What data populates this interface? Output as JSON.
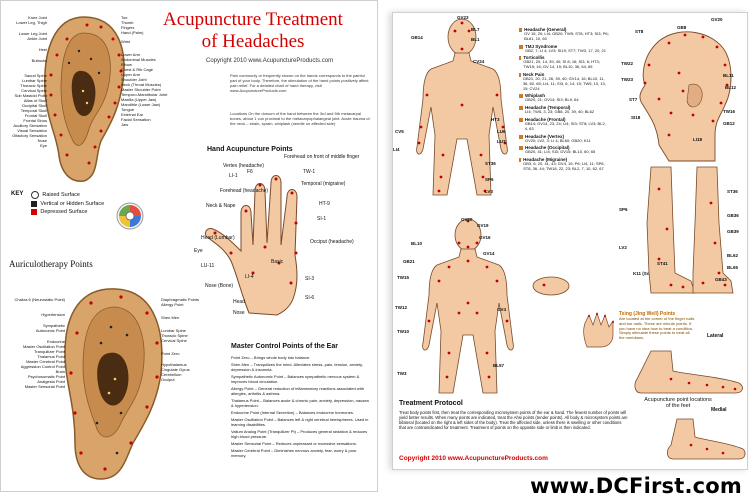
{
  "left": {
    "title_line1": "Acupuncture Treatment",
    "title_line2": "of Headaches",
    "copyright": "Copyright 2010  www.AcupunctureProducts.com",
    "intro": "Pain commonly or frequently shown on the hands corresponds to the painful part of your body. Therefore, the stimulation of the hand points positively affect pain relief. For a detailed chart of hand therapy, visit www.AcupunctureProducts.com",
    "locations": "Locations On the dorsum of the hand between the 3rd and 5th metacarpal bones, about 1 cun proximal to the metacarpophalangeal joint. Acute trauma of the neck – strain, sprain, whiplash (needle on affected side).",
    "hand_title": "Hand Acupuncture Points",
    "hand_labels": [
      "F6",
      "Forehead on front of middle finger",
      "TW-1",
      "LI-1",
      "Vertex (headache)",
      "Forehead (headache)",
      "Neck & Nape",
      "Temporal (migraine)",
      "HT-9",
      "SI-1",
      "Eye",
      "Head (Lumbar)",
      "LU-11",
      "Nose (Bone)",
      "LI-4",
      "Basic",
      "SI-3",
      "Occiput (headache)",
      "SI-6",
      "Head",
      "Nose"
    ],
    "ear_top_labels": [
      "Knee Joint",
      "Toe",
      "Lower Leg, Thigh",
      "Thumb",
      "Fingers",
      "Hand (Palm)",
      "Wrist",
      "Lower Arm",
      "Abdominal Muscles",
      "Elbow",
      "Chest & Rib Cage",
      "Upper Arm",
      "Shoulder Joint",
      "Neck (Throat Muscles)",
      "Master Shoulder Point",
      "Temporo-Mandibular Joint",
      "Maxilla (Upper Jaw)",
      "Mandible (Lower Jaw)",
      "Tongue",
      "External Ear",
      "Facial Sensation",
      "Jaw",
      "Lower Leg Joint",
      "Ankle Joint",
      "Heel",
      "Buttocks",
      "Sacral Spine",
      "Lumbar Spine",
      "Thoracic Spine",
      "Cervical Spine",
      "Sub Mastoid Point",
      "Atlas of Skull",
      "Occipital Skull",
      "Temporal Skull",
      "Frontal Skull",
      "Frontal Sinus",
      "Auditory Sensation",
      "Visual Sensation",
      "Olfactory Sensation",
      "Nose",
      "Eye"
    ],
    "key_title": "KEY",
    "key_items": [
      "Raised Surface",
      "Vertical or Hidden Surface",
      "Depressed Surface"
    ],
    "auric_title": "Auriculotherapy Points",
    "ear_bottom_labels": [
      "Chakra 6 (Neurostatic Point)",
      "Diaphragmatic Points",
      "Allergy Point",
      "Shen Men",
      "Hypertension",
      "Lumbar Spine",
      "Sympathetic",
      "Autonomic Point",
      "Thoracic Spine",
      "Cervical Spine",
      "Endocrine",
      "Master Oscillation Point",
      "Tranquilizer Point",
      "Thalamus Point",
      "Master Cerebral Point",
      "Point Zero",
      "Aggression Control Point",
      "Brain",
      "Psychosomatic Point",
      "Analgesia Point",
      "Master Sensorial Point",
      "Hypothalamus",
      "Cingulate Gyrus",
      "Cerebellum",
      "Occiput"
    ],
    "master_title": "Master Control Points of the Ear",
    "master_items": [
      "Point Zero – Brings whole body into balance.",
      "Shen Men – Tranquilizes the mind. Alleviates stress, pain, tension, anxiety, depression & insomnia.",
      "Sympathetic Autonomic Point – Balances sympathetic nervous system & improves blood circulation.",
      "Allergy Point – General reduction of inflammatory reactions associated with allergies, arthritis & asthma.",
      "Thalamus Point – Balances acute & chronic pain, anxiety, depression, nausea & hypertension.",
      "Endocrine Point (Internal Secretion) – Balances endocrine hormones.",
      "Master Oscillation Point – Balances left & right cerebral hemispheres. Used in learning disabilities.",
      "Valium Analog Point (Tranquilizer Pt) – Produces general sedation & reduces high blood pressure.",
      "Master Sensorial Point – Reduces unpleasant or excessive sensations.",
      "Master Cerebral Point – Diminishes nervous anxiety, fear, worry & poor memory."
    ]
  },
  "right": {
    "headache_types": [
      {
        "name": "Headache (General)",
        "points": "GV 15, 20; LI4; GB20; TW5; ST8; HT3; SI3; P6; BL61, 10, 60"
      },
      {
        "name": "TMJ Syndrome",
        "points": "GB2, 7; LI 4; LV3; SI19; ST7; TW3, 17, 20, 21"
      },
      {
        "name": "Torticollis",
        "points": "GB21, 20, 14, 39, 40; SI 8; 16; SI3, 6; HT3; TW15; 16; GV 14, 15; BL10, 36, 64, 65"
      },
      {
        "name": "Neck Pain",
        "points": "GB21, 20, 21, 26, 39, 40; GV14, 16; BL10, 11, 36, 60, 65; LI4, 11; SI3, 6, 14, 15; TW5, 10, 13, 15; CV24"
      },
      {
        "name": "Whiplash",
        "points": "GB20, 21; GV14; SI3; BL9, 64"
      },
      {
        "name": "Headache (Temporal)",
        "points": "LI4; TW5, 3, 23; GB8, 20, 39, 40; BL62"
      },
      {
        "name": "Headache (Frontal)",
        "points": "GB14; GV14, 23, 24; LI4; SI3; ST8; LV3; BL2, 4, 63"
      },
      {
        "name": "Headache (Vertex)",
        "points": "GV20; LV2, 3; LI 4; BL60; GB20; K11"
      },
      {
        "name": "Headache (Occipital)",
        "points": "GB20, 41; LI4; SI3; GV15; BL10, 60, 65"
      },
      {
        "name": "Headache (Migraine)",
        "points": "GB3, 6, 20, 41, 43; GV4, 19; P6; LI4, 11; SP6, ST8, 36, 44; TW18, 22, 23; BL2, 7, 10, 62, 67"
      }
    ],
    "front_labels": [
      "GV23",
      "BL7",
      "GB14",
      "BL1",
      "TW23",
      "CV24",
      "ST4",
      "LI20",
      "CV5",
      "HT3",
      "HT7",
      "LU6",
      "LU7",
      "LI4",
      "LI11",
      "SI6",
      "SI3",
      "ST36",
      "SP6",
      "LV3",
      "K11",
      "ST44"
    ],
    "back_labels": [
      "GV20",
      "GV19",
      "BL9",
      "GV16",
      "BL10",
      "GB20",
      "GV14",
      "SI14",
      "GB21",
      "SI13",
      "TW15",
      "SI11",
      "TW12",
      "SI10",
      "GV4",
      "BL23",
      "TW10",
      "BL22",
      "TW5",
      "TW3",
      "SI4",
      "BL40",
      "BL57",
      "BL60",
      "GB39",
      "K3",
      "K11"
    ],
    "head_labels": [
      "GB8",
      "GB7",
      "GV20",
      "ST8",
      "GV22",
      "TW22",
      "TW23",
      "TW21",
      "TW20",
      "BL11",
      "BL12",
      "SI17",
      "TW17",
      "TW16",
      "GB12",
      "SI18",
      "GB19",
      "LI18",
      "ST6",
      "ST7",
      "GB2",
      "GB3",
      "GB4",
      "GB6"
    ],
    "leg_labels": [
      "ST36",
      "SP6",
      "GB36",
      "GB39",
      "LV3",
      "LV2",
      "K3",
      "ST41",
      "GB41",
      "GB43",
      "BL60",
      "BL62",
      "BL63",
      "BL65",
      "BL67",
      "SP5"
    ],
    "sole_label": "K11 (Sole of Foot)",
    "tsing_title": "Tsing (Jing Well) Points",
    "tsing_text": "Are located at the corner of the finger nails and toe nails. These are minute points. If you have no idea how to treat a condition, Simply stimulate these points to treat all the meridians.",
    "foot_lateral": "Lateral",
    "foot_medial": "Medial",
    "foot_caption": "Acupuncture point locations of the feet",
    "protocol_title": "Treatment Protocol",
    "protocol_text": "Treat body points first, then treat the corresponding microsystem points of the ear & hand. The fewest number of points will yield better results. When many points are indicated, treat the Ahsi points (tender points). All body & microsystem points are bilateral (located on the right & left sides of the body). Treat the affected side, unless there is swelling or other conditions that are contraindicated for treatment. Treatment of points on the opposite side or limb is then indicated.",
    "copyright": "Copyright 2010  www.AcupunctureProducts.com"
  },
  "watermark": "www.DCFirst.com"
}
